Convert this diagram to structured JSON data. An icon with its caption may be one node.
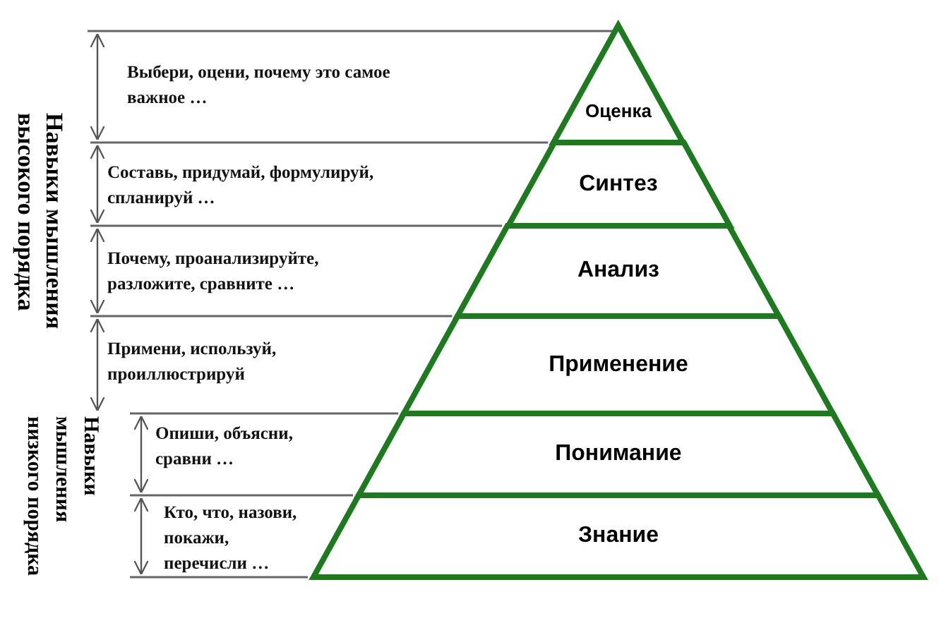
{
  "diagram": {
    "nodes": [
      {
        "text": [
          "Оценка"
        ]
      },
      {
        "text": [
          "Синтез"
        ]
      },
      {
        "text": [
          "Анализ"
        ]
      },
      {
        "text": [
          "Применение"
        ]
      },
      {
        "text": [
          "Понимание"
        ]
      },
      {
        "text": [
          "Знание"
        ]
      }
    ],
    "labels": [
      "Выбери, оцени, почему это самое важное …",
      "Составь, придумай, формулируй, спланируй …",
      "Почему, проанализируйте, разложите, сравните …",
      "Примени, используй, проиллюстрируй",
      "Опиши, объясни, сравни …",
      "Кто, что, назови, покажи, перечисли …",
      "Навыки мышления высокого порядка",
      "Навыки мышления низкого порядка"
    ]
  }
}
